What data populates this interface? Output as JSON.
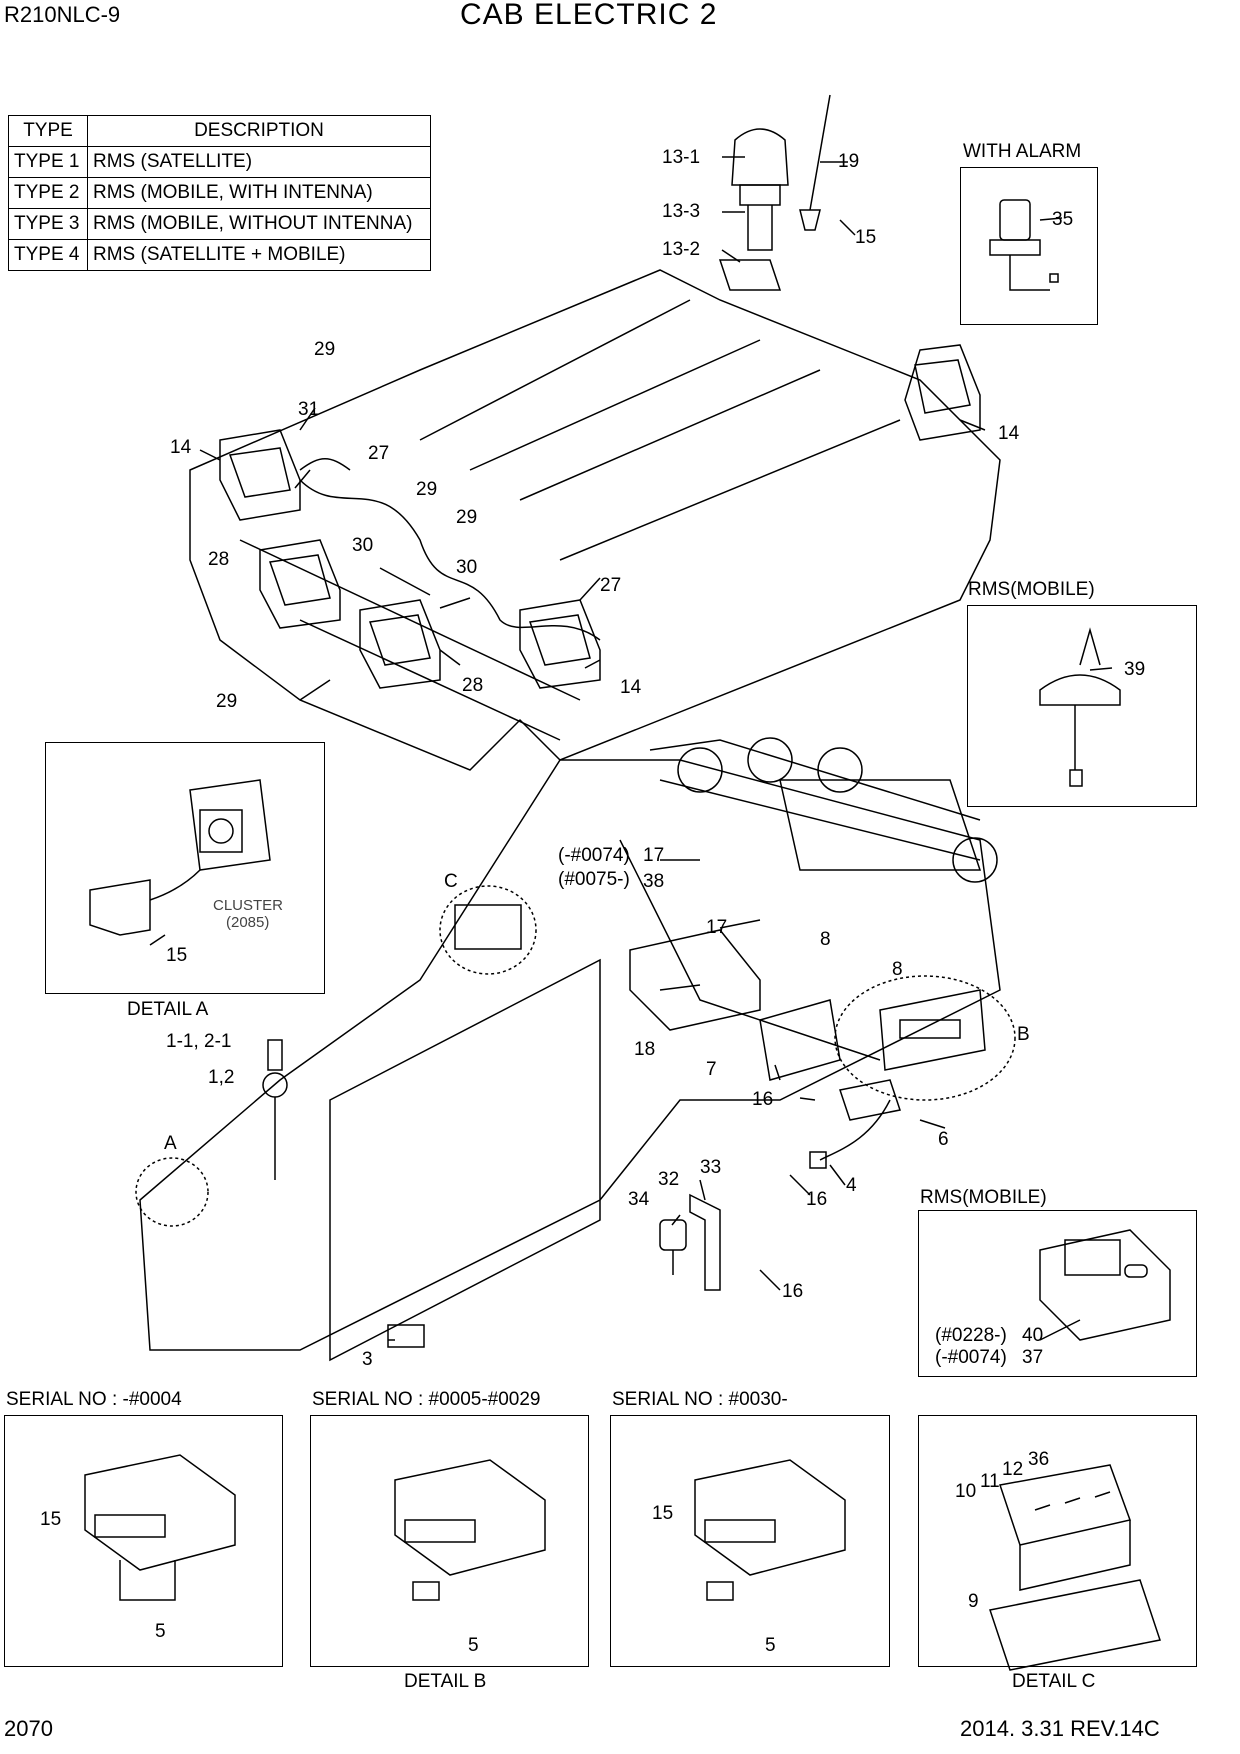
{
  "header": {
    "model": "R210NLC-9",
    "title": "CAB ELECTRIC 2",
    "page_number": "2070",
    "revision": "2014. 3.31  REV.14C"
  },
  "type_table": {
    "col_type": "TYPE",
    "col_desc": "DESCRIPTION",
    "rows": [
      {
        "type": "TYPE 1",
        "desc": "RMS (SATELLITE)"
      },
      {
        "type": "TYPE 2",
        "desc": "RMS (MOBILE, WITH INTENNA)"
      },
      {
        "type": "TYPE 3",
        "desc": "RMS (MOBILE, WITHOUT INTENNA)"
      },
      {
        "type": "TYPE 4",
        "desc": "RMS (SATELLITE + MOBILE)"
      }
    ]
  },
  "captions": {
    "with_alarm": "WITH ALARM",
    "rms_mobile_1": "RMS(MOBILE)",
    "rms_mobile_2": "RMS(MOBILE)",
    "detail_a": "DETAIL A",
    "detail_b": "DETAIL B",
    "detail_c": "DETAIL C",
    "cluster": "CLUSTER",
    "cluster_ref": "(2085)",
    "serial_1": "SERIAL NO : -#0004",
    "serial_2": "SERIAL NO : #0005-#0029",
    "serial_3": "SERIAL NO : #0030-"
  },
  "callouts": {
    "c13_1": "13-1",
    "c19": "19",
    "c13_3": "13-3",
    "c15_top": "15",
    "c13_2": "13-2",
    "c35": "35",
    "c29_a": "29",
    "c31": "31",
    "c14_a": "14",
    "c27_a": "27",
    "c29_b": "29",
    "c29_c": "29",
    "c30_a": "30",
    "c28_a": "28",
    "c30_b": "30",
    "c27_b": "27",
    "c14_b": "14",
    "c14_c": "14",
    "c28_b": "28",
    "c29_d": "29",
    "c39": "39",
    "c15_a": "15",
    "serial_17": "(-#0074)",
    "c17_a": "17",
    "serial_38": "(#0075-)",
    "c38": "38",
    "c17_b": "17",
    "c8_a": "8",
    "c8_b": "8",
    "c_letter": "C",
    "b_letter": "B",
    "a_letter": "A",
    "c18": "18",
    "c7": "7",
    "c16_a": "16",
    "c6": "6",
    "c1_1": "1-1, 2-1",
    "c1_2": "1,2",
    "c4": "4",
    "c16_b": "16",
    "c34": "34",
    "c32": "32",
    "c33": "33",
    "c16_c": "16",
    "c3": "3",
    "serial_40": "(#0228-)",
    "c40": "40",
    "serial_37": "(-#0074)",
    "c37": "37",
    "c15_s1": "15",
    "c5_s1": "5",
    "c5_s2": "5",
    "c15_s3": "15",
    "c5_s3": "5",
    "c36": "36",
    "c12": "12",
    "c11": "11",
    "c10": "10",
    "c9": "9"
  }
}
